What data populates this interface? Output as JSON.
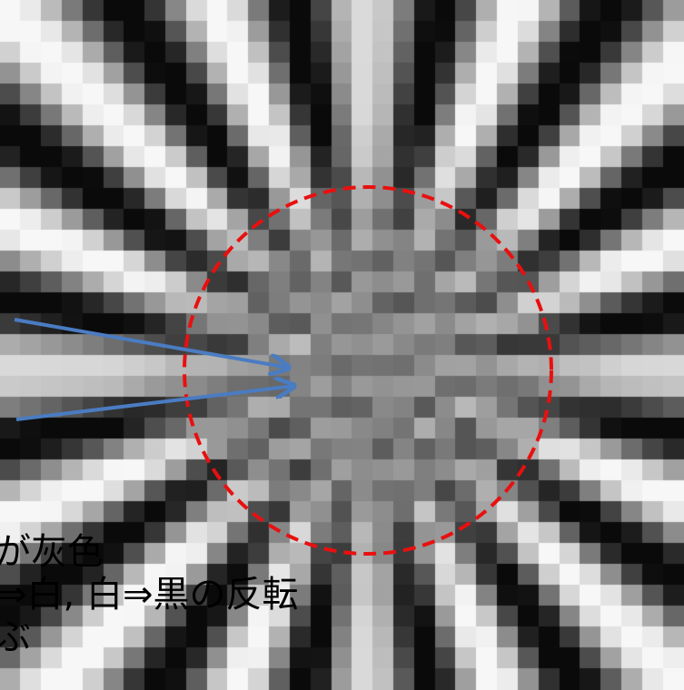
{
  "annotations": [
    {
      "text": "が灰色"
    },
    {
      "text": "⇒白, 白⇒黒の反転"
    },
    {
      "text": "ぶ"
    }
  ],
  "colors": {
    "circle": "#e8100f",
    "arrows": "#4a7cc2",
    "pixel_dark": "#0c0c0c",
    "pixel_light": "#f2f2f2",
    "pixel_gray": "#8a8a8a"
  },
  "pattern": {
    "description_kind": "aliased radial starburst (moire) test pattern, pixelated",
    "pixel_grid_columns": 33,
    "pixel_grid_rows": 33,
    "spoke_count": 16
  }
}
